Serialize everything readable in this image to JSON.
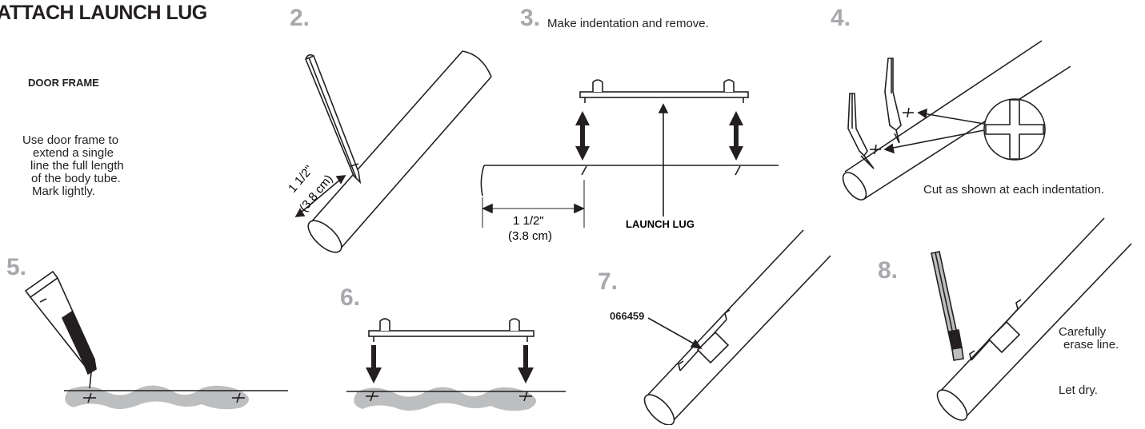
{
  "title": "ATTACH LAUNCH LUG",
  "colors": {
    "ink": "#231f20",
    "step_number": "#a7a9ac",
    "glue": "#bcbec0"
  },
  "step1": {
    "label": "DOOR FRAME",
    "text_lines": [
      "Use door frame to",
      "extend a single",
      "line the full length",
      "of the body tube.",
      "Mark lightly."
    ]
  },
  "step2": {
    "number": "2.",
    "measure": "1 1/2\"",
    "measure_metric": "(3.8 cm)",
    "icons": [
      "pencil-icon",
      "body-tube-icon"
    ]
  },
  "step3": {
    "number": "3.",
    "caption": "Make indentation and remove.",
    "measure": "1 1/2\"",
    "measure_metric": "(3.8 cm)",
    "part_label": "LAUNCH LUG"
  },
  "step4": {
    "number": "4.",
    "caption": "Cut as shown at each indentation.",
    "icons": [
      "hobby-knife-icon",
      "cross-cut-icon"
    ]
  },
  "step5": {
    "number": "5.",
    "icons": [
      "glue-tube-icon"
    ]
  },
  "step6": {
    "number": "6."
  },
  "step7": {
    "number": "7.",
    "part_number": "066459"
  },
  "step8": {
    "number": "8.",
    "text_a_lines": [
      "Carefully",
      "erase line."
    ],
    "text_b": "Let dry."
  }
}
